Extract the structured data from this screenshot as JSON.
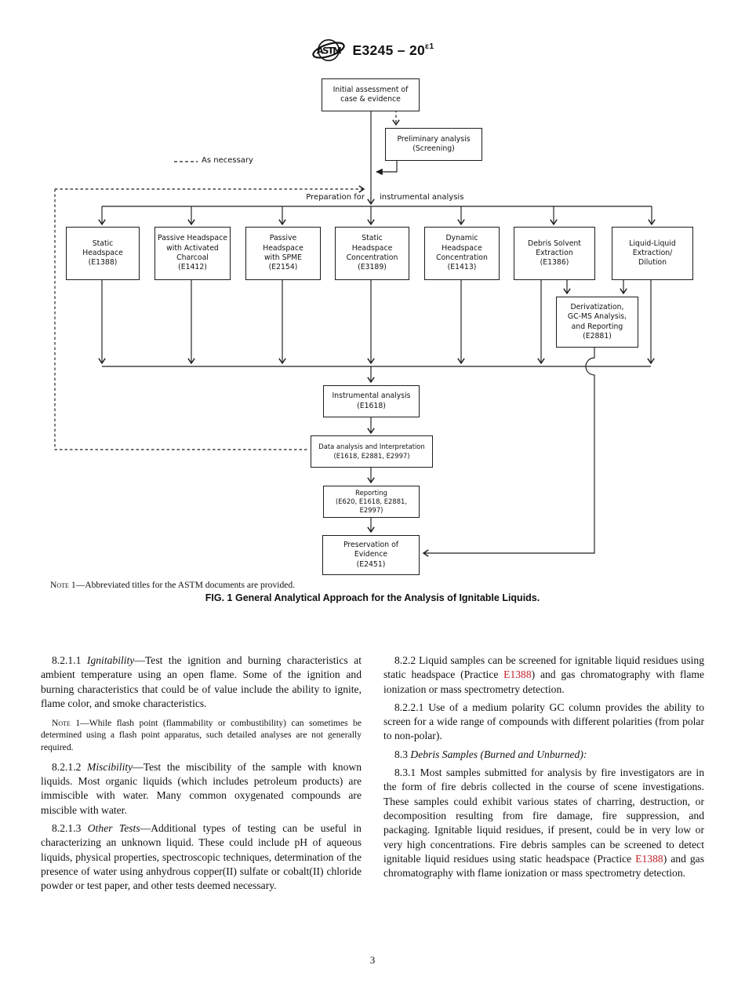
{
  "colors": {
    "link": "#c1202a",
    "ink": "#111111"
  },
  "header": {
    "logo_text": "ASTM",
    "doc_code": "E3245 – 20",
    "edition_sup": "ε1"
  },
  "figure": {
    "labels": {
      "as_necessary": "As necessary",
      "prep_left": "Preparation for",
      "prep_right": "instrumental analysis"
    },
    "nodes": {
      "initial": "Initial assessment of\ncase & evidence",
      "preliminary": "Preliminary analysis\n(Screening)",
      "static_headspace": "Static\nHeadspace\n(E1388)",
      "passive_charcoal": "Passive Headspace\nwith Activated\nCharcoal\n(E1412)",
      "passive_spme": "Passive\nHeadspace\nwith SPME\n(E2154)",
      "static_concentration": "Static\nHeadspace\nConcentration\n(E3189)",
      "dynamic_concentration": "Dynamic\nHeadspace\nConcentration\n(E1413)",
      "debris_solvent": "Debris Solvent\nExtraction\n(E1386)",
      "liquid_liquid": "Liquid-Liquid\nExtraction/\nDilution",
      "derivatization": "Derivatization,\nGC-MS Analysis,\nand Reporting\n(E2881)",
      "instrumental": "Instrumental analysis\n(E1618)",
      "data_analysis": "Data analysis and Interpretation\n(E1618, E2881, E2997)",
      "reporting": "Reporting\n(E620, E1618, E2881, E2997)",
      "preservation": "Preservation of\nEvidence\n(E2451)"
    },
    "note_segments": [
      {
        "style": "smallcaps",
        "text": "Note 1"
      },
      {
        "style": "normal",
        "text": "—Abbreviated titles for the ASTM documents are provided."
      }
    ],
    "caption": "FIG. 1 General Analytical Approach for the Analysis of Ignitable Liquids."
  },
  "body": {
    "left": [
      {
        "segments": [
          {
            "style": "normal",
            "text": "8.2.1.1 "
          },
          {
            "style": "italic",
            "text": "Ignitability"
          },
          {
            "style": "normal",
            "text": "—Test the ignition and burning characteristics at ambient temperature using an open flame. Some of the ignition and burning characteristics that could be of value include the ability to ignite, flame color, and smoke characteristics."
          }
        ]
      },
      {
        "segments": [
          {
            "style": "smallcaps",
            "text": "Note 1"
          },
          {
            "style": "normal",
            "text": "—While flash point (flammability or combustibility) can sometimes be determined using a flash point apparatus, such detailed analyses are not generally required."
          }
        ]
      },
      {
        "segments": [
          {
            "style": "normal",
            "text": "8.2.1.2 "
          },
          {
            "style": "italic",
            "text": "Miscibility"
          },
          {
            "style": "normal",
            "text": "—Test the miscibility of the sample with known liquids. Most organic liquids (which includes petroleum products) are immiscible with water. Many common oxygenated compounds are miscible with water."
          }
        ]
      },
      {
        "segments": [
          {
            "style": "normal",
            "text": "8.2.1.3 "
          },
          {
            "style": "italic",
            "text": "Other Tests"
          },
          {
            "style": "normal",
            "text": "—Additional types of testing can be useful in characterizing an unknown liquid. These could include pH of aqueous liquids, physical properties, spectroscopic techniques, determination of the presence of water using anhydrous copper(II) sulfate or cobalt(II) chloride powder or test paper, and other tests deemed necessary."
          }
        ]
      }
    ],
    "right": [
      {
        "segments": [
          {
            "style": "normal",
            "text": "8.2.2 Liquid samples can be screened for ignitable liquid residues using static headspace (Practice "
          },
          {
            "style": "link",
            "text": "E1388"
          },
          {
            "style": "normal",
            "text": ") and gas chromatography with flame ionization or mass spectrometry detection."
          }
        ]
      },
      {
        "segments": [
          {
            "style": "normal",
            "text": "8.2.2.1 Use of a medium polarity GC column provides the ability to screen for a wide range of compounds with different polarities (from polar to non-polar)."
          }
        ]
      },
      {
        "segments": [
          {
            "style": "normal",
            "text": "8.3 "
          },
          {
            "style": "italic",
            "text": "Debris Samples (Burned and Unburned):"
          }
        ]
      },
      {
        "segments": [
          {
            "style": "normal",
            "text": "8.3.1 Most samples submitted for analysis by fire investigators are in the form of fire debris collected in the course of scene investigations. These samples could exhibit various states of charring, destruction, or decomposition resulting from fire damage, fire suppression, and packaging. Ignitable liquid residues, if present, could be in very low or very high concentrations. Fire debris samples can be screened to detect ignitable liquid residues using static headspace (Practice "
          },
          {
            "style": "link",
            "text": "E1388"
          },
          {
            "style": "normal",
            "text": ") and gas chromatography with flame ionization or mass spectrometry detection."
          }
        ]
      }
    ]
  },
  "footer": {
    "page_number": "3"
  }
}
